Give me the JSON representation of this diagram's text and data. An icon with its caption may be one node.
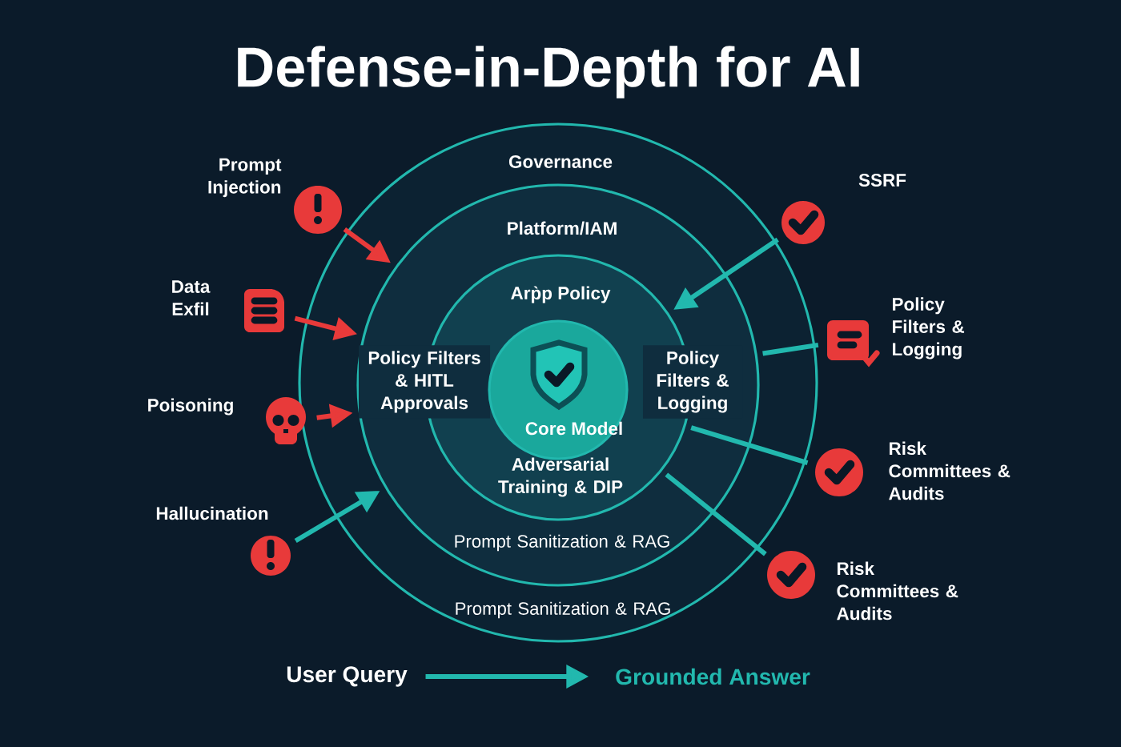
{
  "diagram": {
    "title": "Defense-in-Depth for AI",
    "nodes": [
      {
        "text": [
          "Governance",
          "Prompt Sanitization & RAG"
        ]
      },
      {
        "text": [
          "Platform/IAM",
          "Prompt Sanitization & RAG"
        ],
        "in": 0
      },
      {
        "text": [
          "Arp̀p Policy",
          "Policy Filters & HITL Approvals",
          "Policy Filters & Logging",
          "Adversarial Training & DIP"
        ],
        "in": 1
      },
      {
        "text": [
          "Core Model"
        ],
        "in": 2
      },
      {
        "text": [],
        "shape": "circle",
        "beside": [
          "Prompt Injection"
        ]
      },
      {
        "text": [],
        "shape": "picture",
        "beside": [
          "Data Exfil"
        ]
      },
      {
        "text": [],
        "shape": "picture",
        "beside": [
          "Poisoning"
        ]
      },
      {
        "text": [],
        "shape": "circle",
        "beside": [
          "Hallucination"
        ]
      },
      {
        "text": [],
        "shape": "circle",
        "beside": [
          "SSRF"
        ]
      },
      {
        "text": [],
        "shape": "picture",
        "beside": [
          "Policy Filters & Logging"
        ]
      },
      {
        "text": [],
        "shape": "circle",
        "beside": [
          "Risk Committees & Audits"
        ]
      },
      {
        "text": [],
        "shape": "circle",
        "beside": [
          "Risk Committees & Audits"
        ]
      },
      {
        "text": [
          "User Query"
        ]
      },
      {
        "text": [
          "Grounded Answer"
        ]
      }
    ],
    "edges": [
      {
        "from": 4,
        "to": 1,
        "arrow": "to",
        "color": "#e83a3a"
      },
      {
        "from": 5,
        "to": 1,
        "arrow": "to",
        "color": "#e83a3a"
      },
      {
        "from": 6,
        "to": 1,
        "arrow": "to",
        "color": "#e83a3a"
      },
      {
        "from": 7,
        "to": 1,
        "arrow": "to"
      },
      {
        "from": 8,
        "to": 2,
        "arrow": "to"
      },
      {
        "from": 9,
        "to": 1,
        "arrow": "none"
      },
      {
        "from": 10,
        "to": 2,
        "arrow": "none"
      },
      {
        "from": 11,
        "to": 2,
        "arrow": "none"
      },
      {
        "from": 12,
        "to": 13,
        "arrow": "to"
      }
    ]
  }
}
